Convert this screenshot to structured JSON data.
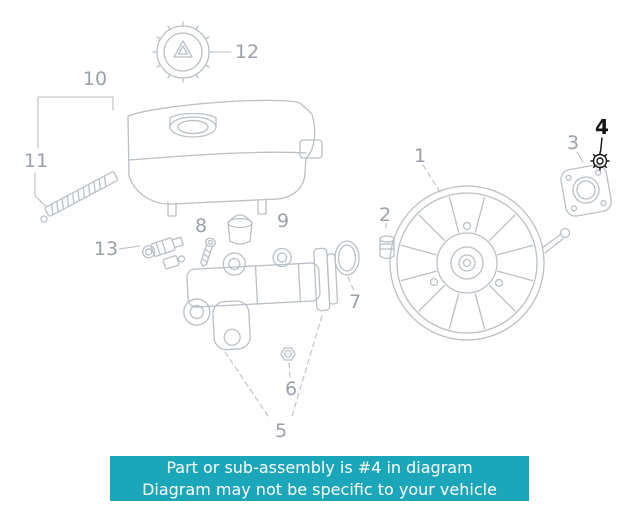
{
  "colors": {
    "line": "#b9c0c7",
    "label": "#9aa1a8",
    "highlight": "#151515",
    "caption-bg": "#1ca6ba",
    "caption-text": "#ffffff"
  },
  "caption": {
    "line1": "Part or sub-assembly is #4 in diagram",
    "line2": "Diagram may not be specific to your vehicle"
  },
  "diagram": {
    "callouts": [
      {
        "num": "1",
        "highlighted": false
      },
      {
        "num": "2",
        "highlighted": false
      },
      {
        "num": "3",
        "highlighted": false
      },
      {
        "num": "4",
        "highlighted": true
      },
      {
        "num": "5",
        "highlighted": false
      },
      {
        "num": "6",
        "highlighted": false
      },
      {
        "num": "7",
        "highlighted": false
      },
      {
        "num": "8",
        "highlighted": false
      },
      {
        "num": "9",
        "highlighted": false
      },
      {
        "num": "10",
        "highlighted": false
      },
      {
        "num": "11",
        "highlighted": false
      },
      {
        "num": "12",
        "highlighted": false
      },
      {
        "num": "13",
        "highlighted": false
      }
    ]
  }
}
